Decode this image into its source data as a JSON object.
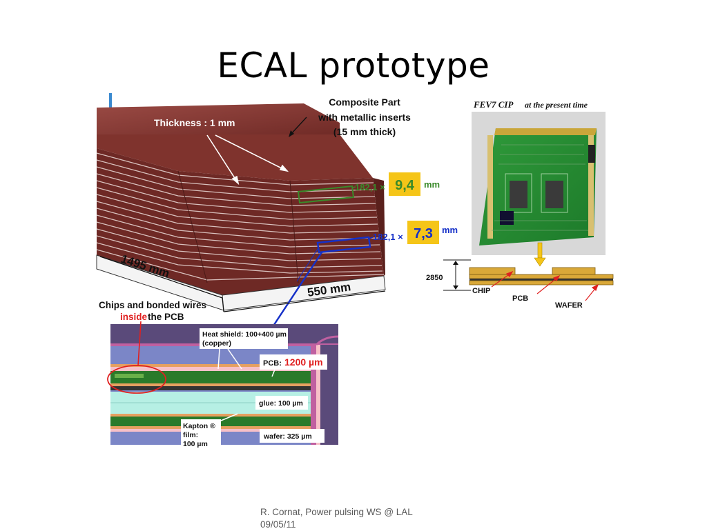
{
  "slide": {
    "title": "ECAL prototype",
    "footer_line1": "R. Cornat,  Power pulsing WS  @ LAL",
    "footer_line2": "09/05/11"
  },
  "structure_diagram": {
    "thickness_label": "Thickness : 1 mm",
    "composite_label_1": "Composite Part",
    "composite_label_2": "with metallic inserts",
    "composite_label_3": "(15 mm thick)",
    "dim_1_prefix": "182,1 ×",
    "dim_1_value": "9,4",
    "dim_1_unit": "mm",
    "dim_2_prefix": "182,1 ×",
    "dim_2_value": "7,3",
    "dim_2_unit": "mm",
    "length_label": "1495 mm",
    "width_label": "550 mm",
    "chips_label": "Chips and bonded wires",
    "inside_word": "inside",
    "pcb_word": "the PCB",
    "colors": {
      "structure": "#7a2f2a",
      "structure_light": "#9a4a44",
      "dim1": "#3a8a2a",
      "dim2": "#1530c8",
      "value_box": "#f5c518"
    }
  },
  "cross_section": {
    "heat_shield_1": "Heat shield: 100+400 µm",
    "heat_shield_2": "(copper)",
    "pcb_label": "PCB:",
    "pcb_value": "1200 µm",
    "glue_label": "glue: 100 µm",
    "kapton_1": "Kapton ®",
    "kapton_2": "film:",
    "kapton_3": "100 µm",
    "wafer_label": "wafer: 325 µm"
  },
  "fev7_photo": {
    "caption_bold": "FEV7 CIP",
    "caption_rest": "at the present time"
  },
  "chip_schematic": {
    "height_label": "2850",
    "chip_label": "CHIP",
    "pcb_label": "PCB",
    "wafer_label": "WAFER"
  }
}
